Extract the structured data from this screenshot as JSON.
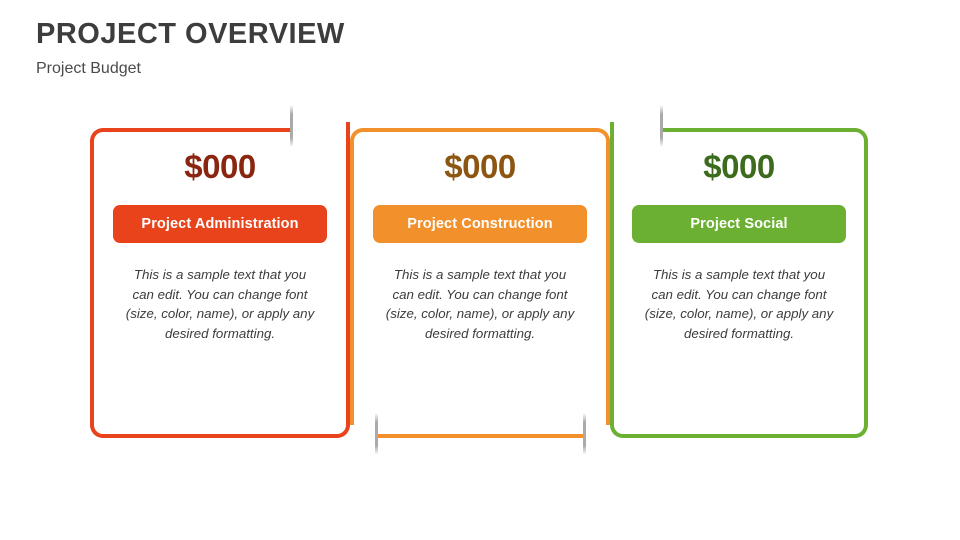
{
  "header": {
    "title": "PROJECT OVERVIEW",
    "subtitle": "Project Budget",
    "title_color": "#3d3d3d"
  },
  "sample_text": "This is a sample text that you can edit. You can change font (size, color, name), or apply any desired formatting.",
  "tick_color": "#aaaaaa",
  "cards": [
    {
      "amount": "$000",
      "button_label": "Project Administration",
      "body": "This is a sample text that you can edit. You can change font (size, color, name), or apply any desired formatting.",
      "accent": "#e8431a",
      "amount_color": "#8a2510",
      "button_bg": "#e8431a",
      "button_text_color": "#ffffff"
    },
    {
      "amount": "$000",
      "button_label": "Project Construction",
      "body": "This is a sample text that you can edit. You can change font (size, color, name), or apply any desired formatting.",
      "accent": "#f2912b",
      "amount_color": "#8c5612",
      "button_bg": "#f2912b",
      "button_text_color": "#ffffff"
    },
    {
      "amount": "$000",
      "button_label": "Project Social",
      "body": "This is a sample text that you can edit. You can change font (size, color, name), or apply any desired formatting.",
      "accent": "#6cb033",
      "amount_color": "#3c6b1e",
      "button_bg": "#6cb033",
      "button_text_color": "#ffffff"
    }
  ]
}
